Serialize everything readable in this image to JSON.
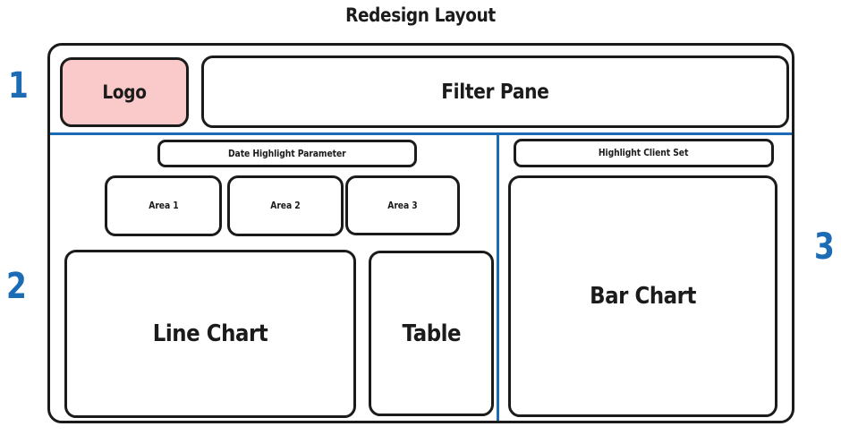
{
  "page": {
    "title": "Redesign Layout",
    "background_color": "#ffffff"
  },
  "colors": {
    "accent_blue": "#1b6bb5",
    "outline_black": "#1b1b1b",
    "logo_pink": "#fac9c9",
    "surface_white": "#ffffff"
  },
  "annotations": [
    {
      "id": "1",
      "label": "1",
      "zone": "header"
    },
    {
      "id": "2",
      "label": "2",
      "zone": "left-panel"
    },
    {
      "id": "3",
      "label": "3",
      "zone": "right-panel"
    }
  ],
  "zones": {
    "header": {
      "number": "1",
      "logo": {
        "label": "Logo",
        "fill": "#fac9c9"
      },
      "filter_pane": {
        "label": "Filter Pane"
      }
    },
    "left_panel": {
      "number": "2",
      "date_highlight_parameter": {
        "label": "Date Highlight Parameter"
      },
      "areas": [
        {
          "label": "Area 1"
        },
        {
          "label": "Area 2"
        },
        {
          "label": "Area 3"
        }
      ],
      "line_chart": {
        "label": "Line Chart"
      },
      "table": {
        "label": "Table"
      }
    },
    "right_panel": {
      "number": "3",
      "highlight_client_set": {
        "label": "Highlight Client Set"
      },
      "bar_chart": {
        "label": "Bar Chart"
      }
    }
  }
}
